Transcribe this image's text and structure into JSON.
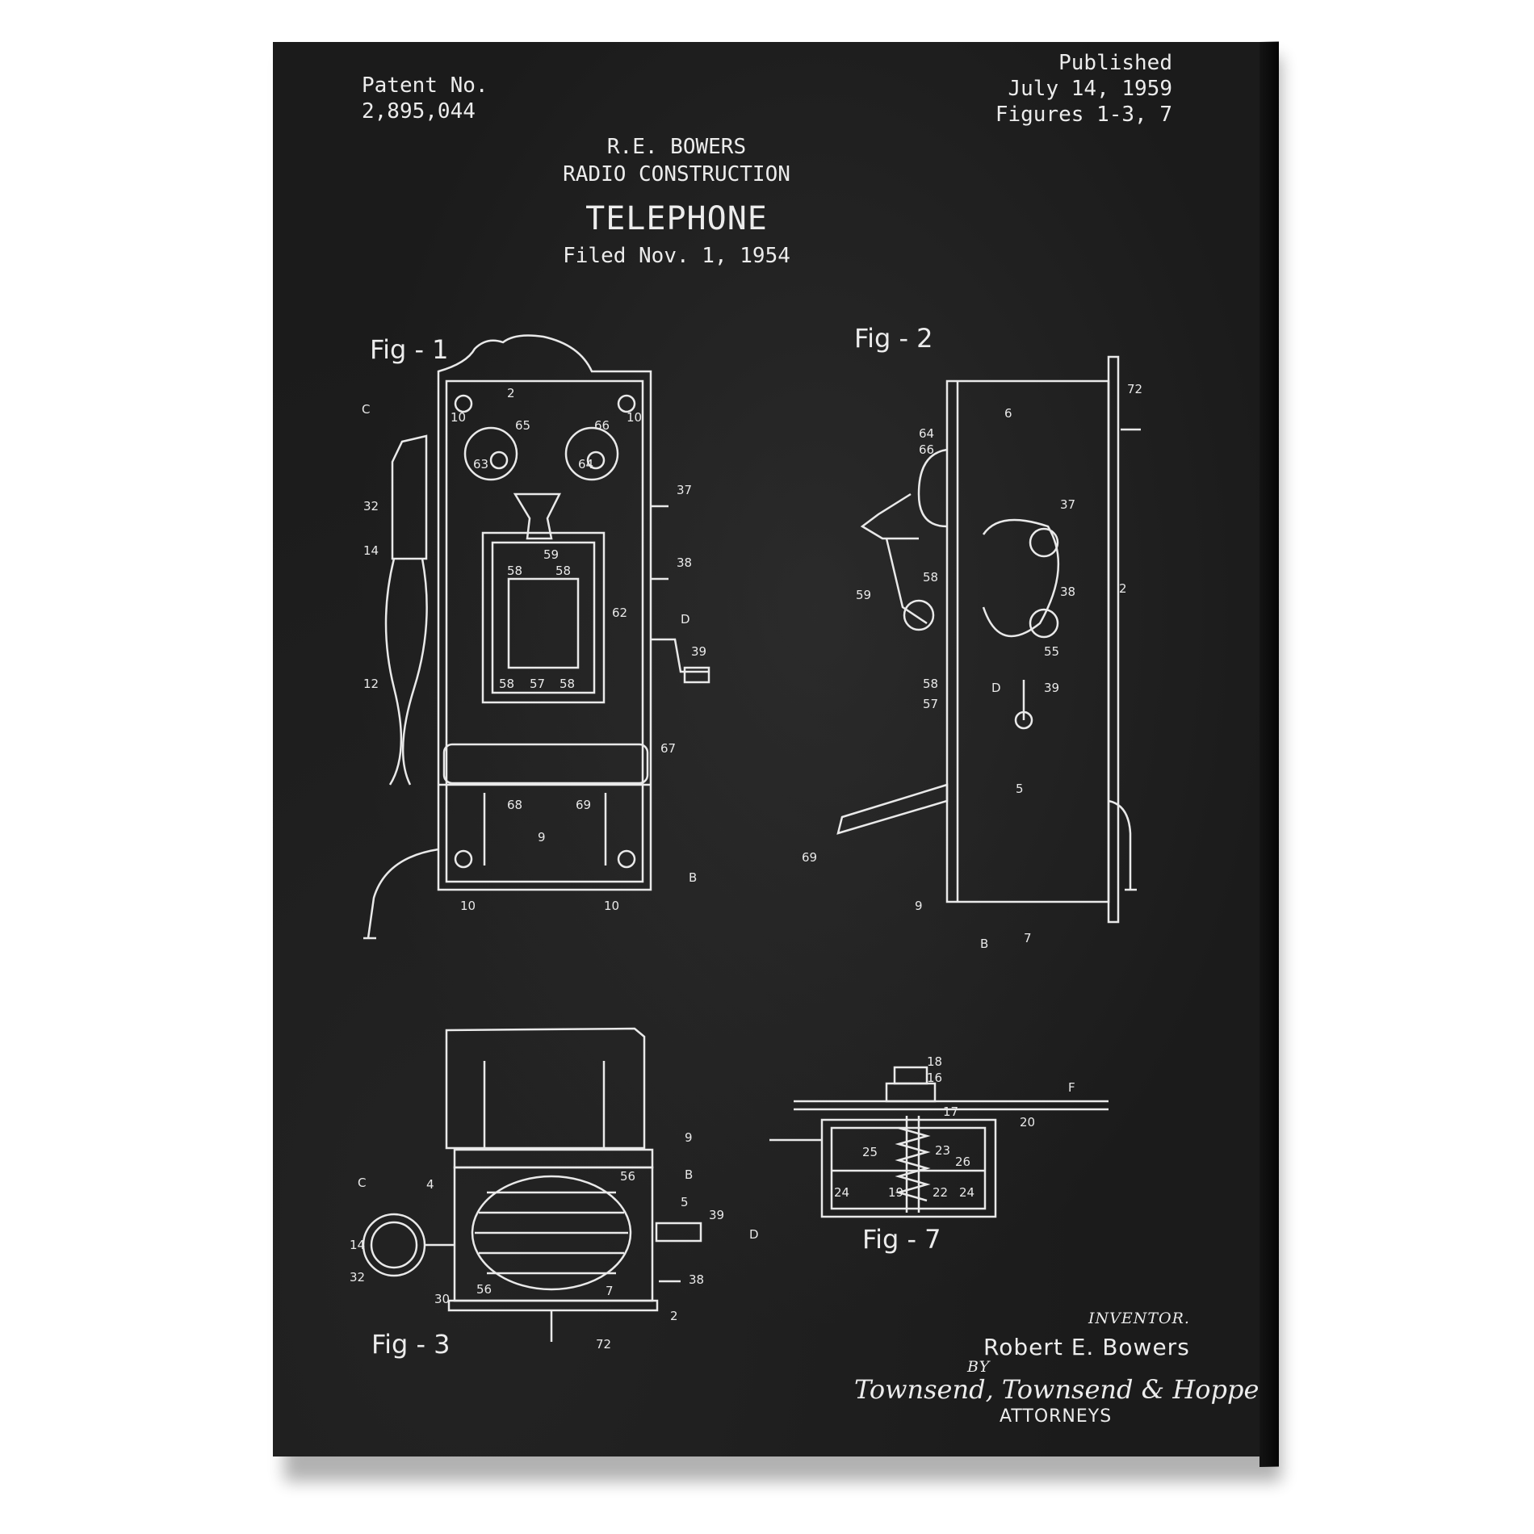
{
  "patent": {
    "number_label": "Patent No.",
    "number": "2,895,044",
    "published_label": "Published",
    "published_date": "July 14, 1959",
    "figures": "Figures 1-3, 7",
    "inventor_short": "R.E. BOWERS",
    "assignee": "RADIO CONSTRUCTION",
    "title": "TELEPHONE",
    "filed": "Filed Nov. 1, 1954"
  },
  "figures": {
    "fig1": "Fig - 1",
    "fig2": "Fig - 2",
    "fig3": "Fig - 3",
    "fig7": "Fig - 7"
  },
  "signature": {
    "inventor_label": "INVENTOR.",
    "inventor_name": "Robert E. Bowers",
    "by_label": "BY",
    "attorneys_script": "Townsend, Townsend & Hoppe",
    "attorneys_label": "ATTORNEYS"
  },
  "reference_numerals": {
    "fig1": [
      "2",
      "10",
      "10",
      "65",
      "66",
      "63",
      "64",
      "37",
      "C",
      "32",
      "14",
      "59",
      "58",
      "58",
      "62",
      "38",
      "D",
      "39",
      "12",
      "58",
      "57",
      "58",
      "67",
      "68",
      "69",
      "9",
      "10",
      "10",
      "B"
    ],
    "fig2": [
      "6",
      "72",
      "64",
      "66",
      "37",
      "2",
      "58",
      "59",
      "38",
      "55",
      "58",
      "57",
      "D",
      "39",
      "5",
      "69",
      "9",
      "B",
      "7"
    ],
    "fig3": [
      "9",
      "4",
      "B",
      "56",
      "5",
      "39",
      "D",
      "C",
      "14",
      "32",
      "30",
      "56",
      "7",
      "38",
      "2",
      "72"
    ],
    "fig7": [
      "18",
      "16",
      "F",
      "17",
      "20",
      "25",
      "23",
      "26",
      "24",
      "19",
      "22",
      "24"
    ]
  },
  "colors": {
    "board": "#1b1b1b",
    "chalk": "#ececec",
    "background": "#ffffff"
  }
}
